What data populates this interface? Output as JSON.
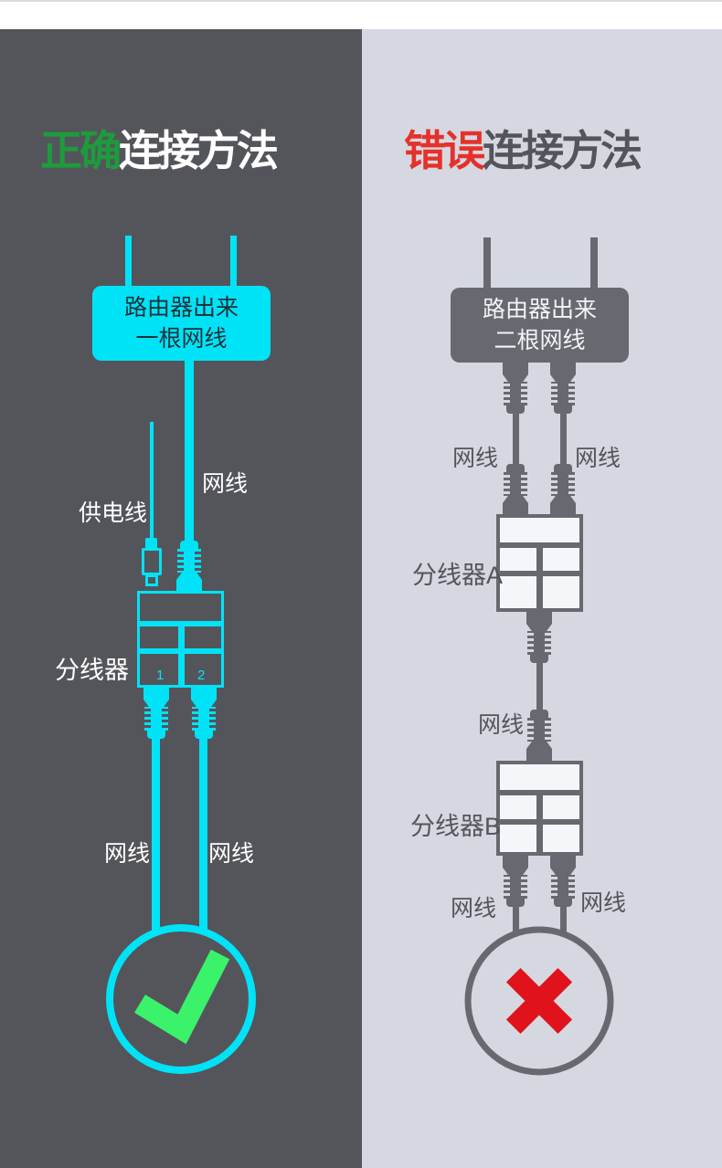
{
  "colors": {
    "page-bg": "#ffffff",
    "dark-bg": "#54555b",
    "light-bg": "#d5d8e0",
    "cyan": "#00e3f7",
    "gray": "#686970",
    "text-dark": "#54555c",
    "green": "#1d9b3d",
    "red": "#e5312b",
    "check-green": "#3bf26b",
    "cross-red": "#e0121c",
    "router-text": "#1e3138",
    "splitter-fill": "#f4f6f9"
  },
  "left_panel": {
    "title_highlight": "正确",
    "title_rest": "连接方法",
    "router_line1": "路由器出来",
    "router_line2": "一根网线",
    "label_power": "供电线",
    "label_net_top": "网线",
    "label_splitter": "分线器",
    "port1": "1",
    "port2": "2",
    "label_net_bottom_left": "网线",
    "label_net_bottom_right": "网线"
  },
  "right_panel": {
    "title_highlight": "错误",
    "title_rest": "连接方法",
    "router_line1": "路由器出来",
    "router_line2": "二根网线",
    "label_net_top_left": "网线",
    "label_net_top_right": "网线",
    "label_splitter_a": "分线器A",
    "label_net_middle": "网线",
    "label_splitter_b": "分线器B",
    "label_net_bottom_left": "网线",
    "label_net_bottom_right": "网线"
  }
}
